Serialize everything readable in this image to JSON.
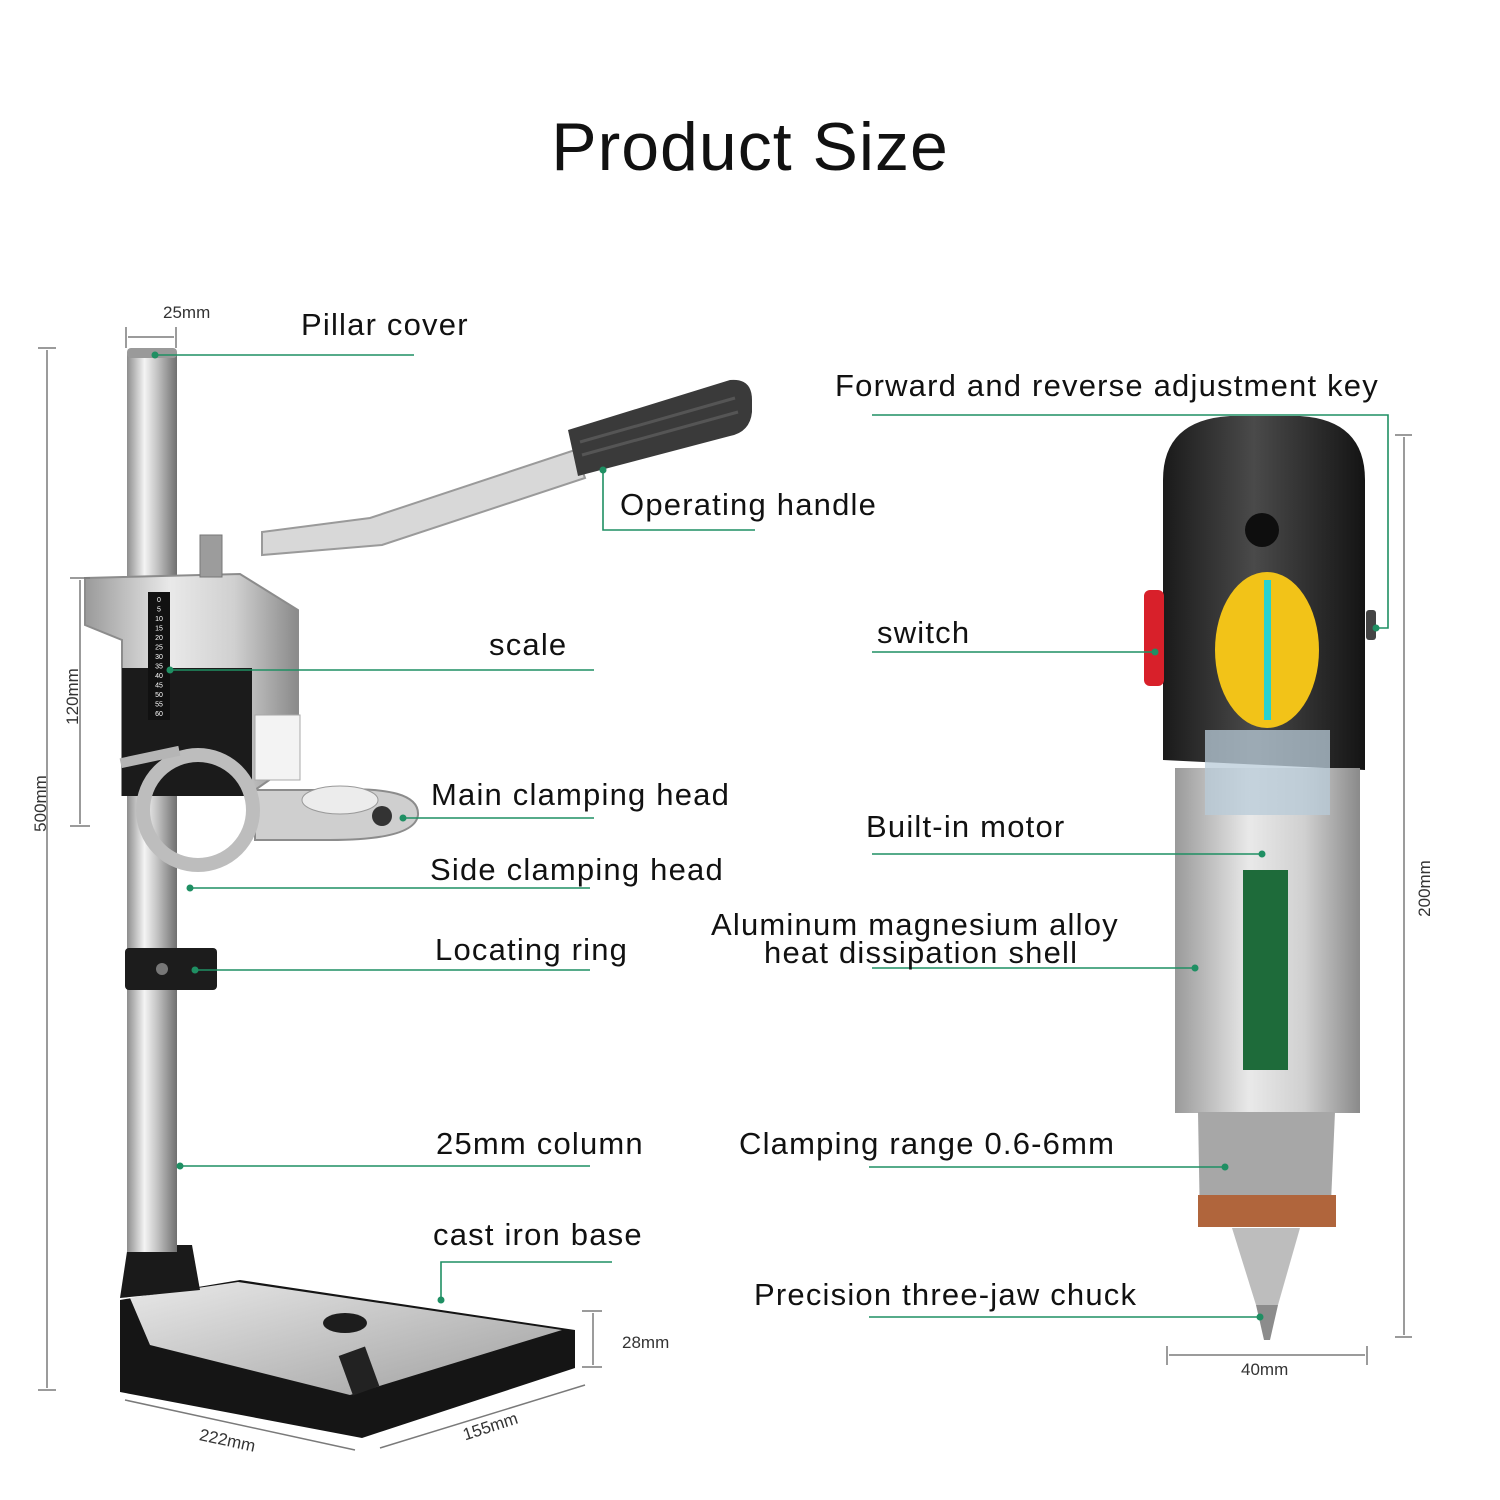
{
  "title": "Product Size",
  "labels": {
    "pillar_cover": "Pillar cover",
    "operating_handle": "Operating handle",
    "scale": "scale",
    "main_clamping_head": "Main clamping head",
    "side_clamping_head": "Side clamping head",
    "locating_ring": "Locating ring",
    "column": "25mm column",
    "cast_iron_base": "cast iron base",
    "forward_reverse_key": "Forward and reverse adjustment key",
    "switch": "switch",
    "built_in_motor": "Built-in motor",
    "shell_line1": "Aluminum magnesium alloy",
    "shell_line2": "heat dissipation shell",
    "clamping_range": "Clamping range 0.6-6mm",
    "chuck": "Precision three-jaw chuck"
  },
  "dimensions": {
    "pillar_diameter": "25mm",
    "stand_height": "500mm",
    "clamp_height": "120mm",
    "base_thickness": "28mm",
    "base_length": "222mm",
    "base_width": "155mm",
    "drill_length": "200mm",
    "drill_diameter": "40mm"
  },
  "scale_ticks": [
    "0",
    "5",
    "10",
    "15",
    "20",
    "25",
    "30",
    "35",
    "40",
    "45",
    "50",
    "55",
    "60"
  ],
  "colors": {
    "leader_line": "#1f8f63",
    "dimension_line": "#7a7a7a",
    "drill_top": "#2b2b2b",
    "drill_body": "#c9c9c9",
    "label_sticker": "#1e6b3a",
    "badge": "#f2c318",
    "switch_red": "#d8202a"
  }
}
